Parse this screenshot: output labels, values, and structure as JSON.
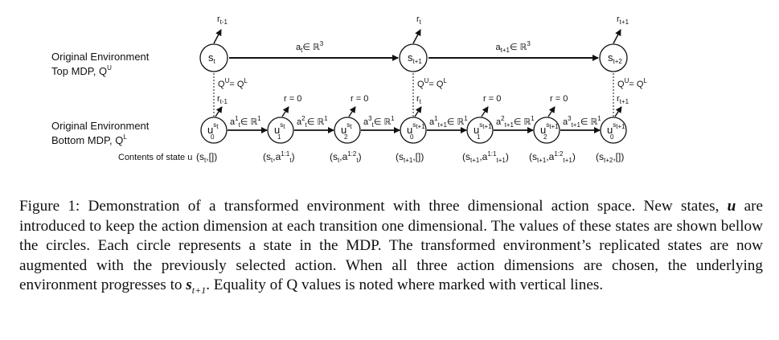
{
  "top_label": {
    "line1": "Original Environment",
    "line2": "Top MDP, Q",
    "sup": "U"
  },
  "bottom_label": {
    "line1": "Original Environment",
    "line2": "Bottom MDP, Q",
    "sup": "L"
  },
  "contents_label": "Contents of state u",
  "equality_label": "Q",
  "equality_eq": "= Q",
  "equality_sup_top": "U",
  "equality_sup_bottom": "L",
  "top_states": [
    {
      "base": "s",
      "sub": "t",
      "reward": "r",
      "reward_sub": "t-1"
    },
    {
      "base": "s",
      "sub": "t+1",
      "reward": "r",
      "reward_sub": "t"
    },
    {
      "base": "s",
      "sub": "t+2",
      "reward": "r",
      "reward_sub": "t+1"
    }
  ],
  "top_actions": [
    {
      "base": "a",
      "sub": "t",
      "rest": "∈ ℝ",
      "sup": "3"
    },
    {
      "base": "a",
      "sub": "t+1",
      "rest": "∈ ℝ",
      "sup": "3"
    }
  ],
  "bottom_states": [
    {
      "base": "u",
      "sub": "0",
      "sup": "s",
      "supsub": "t",
      "content": "(s",
      "content_sub": "t",
      "content_rest": ",[])"
    },
    {
      "base": "u",
      "sub": "1",
      "sup": "s",
      "supsub": "t",
      "content": "(s",
      "content_sub": "t",
      "content_rest": ",a",
      "content_sup": "1:1",
      "content_sub2": "t",
      "content_end": ")"
    },
    {
      "base": "u",
      "sub": "2",
      "sup": "s",
      "supsub": "t",
      "content": "(s",
      "content_sub": "t",
      "content_rest": ",a",
      "content_sup": "1:2",
      "content_sub2": "t",
      "content_end": ")"
    },
    {
      "base": "u",
      "sub": "0",
      "sup": "s",
      "supsub": "t+1",
      "content": "(s",
      "content_sub": "t+1",
      "content_rest": ",[])"
    },
    {
      "base": "u",
      "sub": "1",
      "sup": "s",
      "supsub": "t+1",
      "content": "(s",
      "content_sub": "t+1",
      "content_rest": ",a",
      "content_sup": "1:1",
      "content_sub2": "t+1",
      "content_end": ")"
    },
    {
      "base": "u",
      "sub": "2",
      "sup": "s",
      "supsub": "t+1",
      "content": "(s",
      "content_sub": "t+1",
      "content_rest": ",a",
      "content_sup": "1:2",
      "content_sub2": "t+1",
      "content_end": ")"
    },
    {
      "base": "u",
      "sub": "0",
      "sup": "s",
      "supsub": "t+1",
      "content": "(s",
      "content_sub": "t+2",
      "content_rest": ",[])"
    }
  ],
  "bottom_actions": [
    {
      "base": "a",
      "sup": "1",
      "sub": "t",
      "rest": "∈ ℝ",
      "rsup": "1"
    },
    {
      "base": "a",
      "sup": "2",
      "sub": "t",
      "rest": "∈ ℝ",
      "rsup": "1"
    },
    {
      "base": "a",
      "sup": "3",
      "sub": "t",
      "rest": "∈ ℝ",
      "rsup": "1"
    },
    {
      "base": "a",
      "sup": "1",
      "sub": "t+1",
      "rest": "∈ ℝ",
      "rsup": "1"
    },
    {
      "base": "a",
      "sup": "2",
      "sub": "t+1",
      "rest": "∈ ℝ",
      "rsup": "1"
    },
    {
      "base": "a",
      "sup": "3",
      "sub": "t+1",
      "rest": "∈ ℝ",
      "rsup": "1"
    }
  ],
  "bottom_rewards": [
    {
      "text": "r",
      "sub": "t-1"
    },
    {
      "text": "r = 0",
      "sub": ""
    },
    {
      "text": "r = 0",
      "sub": ""
    },
    {
      "text": "r",
      "sub": "t"
    },
    {
      "text": "r = 0",
      "sub": ""
    },
    {
      "text": "r = 0",
      "sub": ""
    },
    {
      "text": "r",
      "sub": "t+1"
    }
  ],
  "caption": {
    "p1": "Figure 1: Demonstration of a transformed environment with three dimensional action space. New states, ",
    "u": "u",
    "p2": " are introduced to keep the action dimension at each transition one dimensional. The values of these states are shown bellow the circles. Each circle represents a state in the MDP. The transformed environment’s replicated states are now augmented with the previously selected action. When all three action dimensions are chosen, the underlying environment progresses to ",
    "s": "s",
    "s_sub": "t+1",
    "p3": ". Equality of Q values is noted where marked with vertical lines."
  }
}
